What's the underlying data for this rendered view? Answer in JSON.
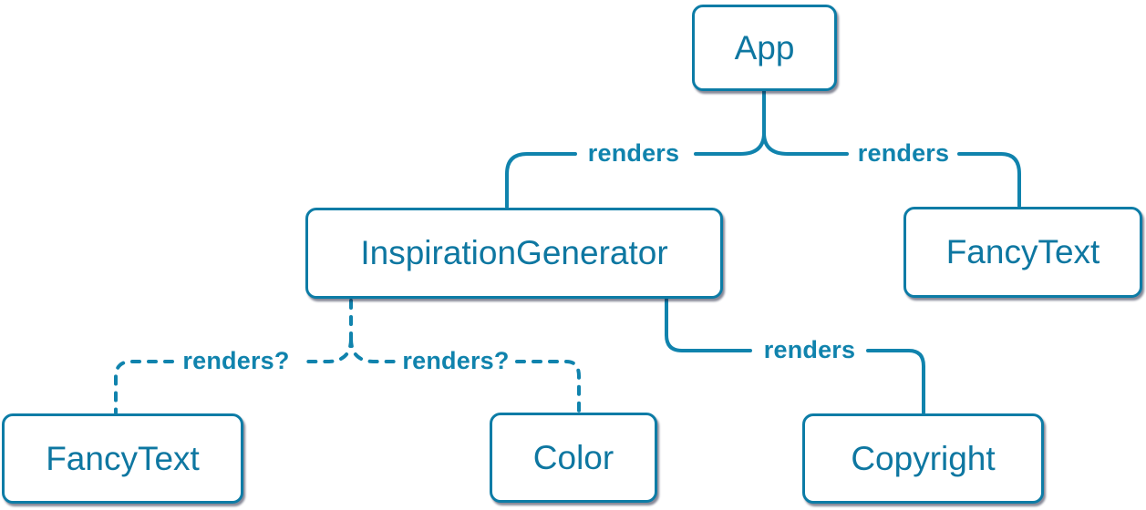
{
  "colors": {
    "accent": "#0e77a1",
    "label": "#1083ad",
    "box_fill": "#ffffff",
    "box_border": "#0c7ca6",
    "background": "#ffffff"
  },
  "nodes": [
    {
      "id": "app",
      "label": "App"
    },
    {
      "id": "inspiration-generator",
      "label": "InspirationGenerator"
    },
    {
      "id": "fancy-text-top",
      "label": "FancyText"
    },
    {
      "id": "fancy-text-bottom",
      "label": "FancyText"
    },
    {
      "id": "color",
      "label": "Color"
    },
    {
      "id": "copyright",
      "label": "Copyright"
    }
  ],
  "edges": [
    {
      "from": "App",
      "to": "InspirationGenerator",
      "label": "renders",
      "style": "solid"
    },
    {
      "from": "App",
      "to": "FancyText",
      "label": "renders",
      "style": "solid"
    },
    {
      "from": "InspirationGenerator",
      "to": "FancyText",
      "label": "renders?",
      "style": "dashed"
    },
    {
      "from": "InspirationGenerator",
      "to": "Color",
      "label": "renders?",
      "style": "dashed"
    },
    {
      "from": "InspirationGenerator",
      "to": "Copyright",
      "label": "renders",
      "style": "solid"
    }
  ]
}
